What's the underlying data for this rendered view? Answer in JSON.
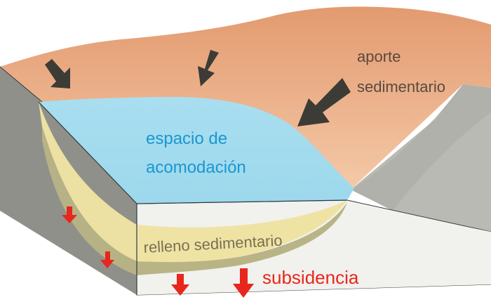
{
  "labels": {
    "aporte_line1": "aporte",
    "aporte_line2": "sedimentario",
    "espacio_line1": "espacio de",
    "espacio_line2": "acomodación",
    "relleno": "relleno sedimentario",
    "subsidencia": "subsidencia"
  },
  "colors": {
    "sky_land": "#e8a27a",
    "land_light": "#f3c7a6",
    "water": "#a3dcef",
    "water_text": "#1a97d2",
    "sediment": "#efe3a4",
    "sediment_dark": "#b8b486",
    "rock_grey": "#b4b5ae",
    "rock_dark": "#8e8f88",
    "block_face": "#f2f2ef",
    "arrow_dark": "#3d3b35",
    "arrow_red": "#e8261c",
    "text_dark": "#5a4a3e",
    "text_relleno": "#7a6f54",
    "text_red": "#e8261c"
  },
  "icons": {
    "input_arrows": "dark-arrow-icon",
    "subsidence_arrows": "red-down-arrow-icon"
  }
}
